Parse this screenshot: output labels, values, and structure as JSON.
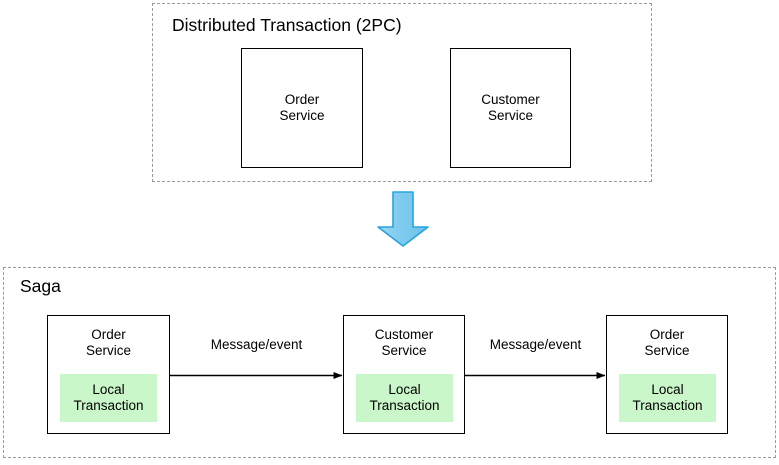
{
  "diagram": {
    "title_visible": false,
    "groups": [
      {
        "id": "two-phase-commit",
        "label": "Distributed Transaction (2PC)",
        "nodes": [
          {
            "id": "tpc-order-service",
            "label": "Order\nService"
          },
          {
            "id": "tpc-customer-service",
            "label": "Customer\nService"
          }
        ]
      },
      {
        "id": "saga",
        "label": "Saga",
        "nodes": [
          {
            "id": "saga-order-service-1",
            "label": "Order\nService",
            "inner": "Local\nTransaction"
          },
          {
            "id": "saga-customer-service",
            "label": "Customer\nService",
            "inner": "Local\nTransaction"
          },
          {
            "id": "saga-order-service-2",
            "label": "Order\nService",
            "inner": "Local\nTransaction"
          }
        ],
        "edges": [
          {
            "id": "edge-1",
            "label": "Message/event",
            "from": "saga-order-service-1",
            "to": "saga-customer-service"
          },
          {
            "id": "edge-2",
            "label": "Message/event",
            "from": "saga-customer-service",
            "to": "saga-order-service-2"
          }
        ]
      }
    ],
    "transition_arrow": {
      "name": "downward-transition-arrow",
      "direction": "down",
      "fill": "#7fc9ee",
      "stroke": "#29a3dd"
    },
    "colors": {
      "local_transaction_fill": "#c9f7c9",
      "box_stroke": "#000000",
      "group_stroke": "#9a9a9a",
      "background": "#ffffff"
    }
  }
}
